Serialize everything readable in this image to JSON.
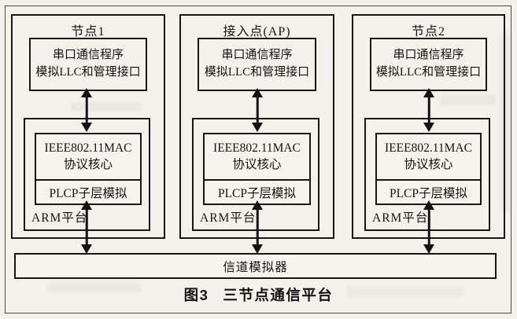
{
  "figure": {
    "caption_label": "图3",
    "caption_title": "三节点通信平台"
  },
  "channel": {
    "label": "信道模拟器"
  },
  "nodes": [
    {
      "title": "节点1",
      "serial": {
        "line1": "串口通信程序",
        "line2": "模拟LLC和管理接口"
      },
      "mac": {
        "line1": "IEEE802.11MAC",
        "line2": "协议核心"
      },
      "plcp": "PLCP子层模拟",
      "platform": "ARM平台"
    },
    {
      "title": "接入点(AP)",
      "serial": {
        "line1": "串口通信程序",
        "line2": "模拟LLC和管理接口"
      },
      "mac": {
        "line1": "IEEE802.11MAC",
        "line2": "协议核心"
      },
      "plcp": "PLCP子层模拟",
      "platform": "ARM平台"
    },
    {
      "title": "节点2",
      "serial": {
        "line1": "串口通信程序",
        "line2": "模拟LLC和管理接口"
      },
      "mac": {
        "line1": "IEEE802.11MAC",
        "line2": "协议核心"
      },
      "plcp": "PLCP子层模拟",
      "platform": "ARM平台"
    }
  ],
  "colors": {
    "ink": "#141414",
    "paper": "#f3f1ea",
    "frame": "#4a4a48"
  }
}
